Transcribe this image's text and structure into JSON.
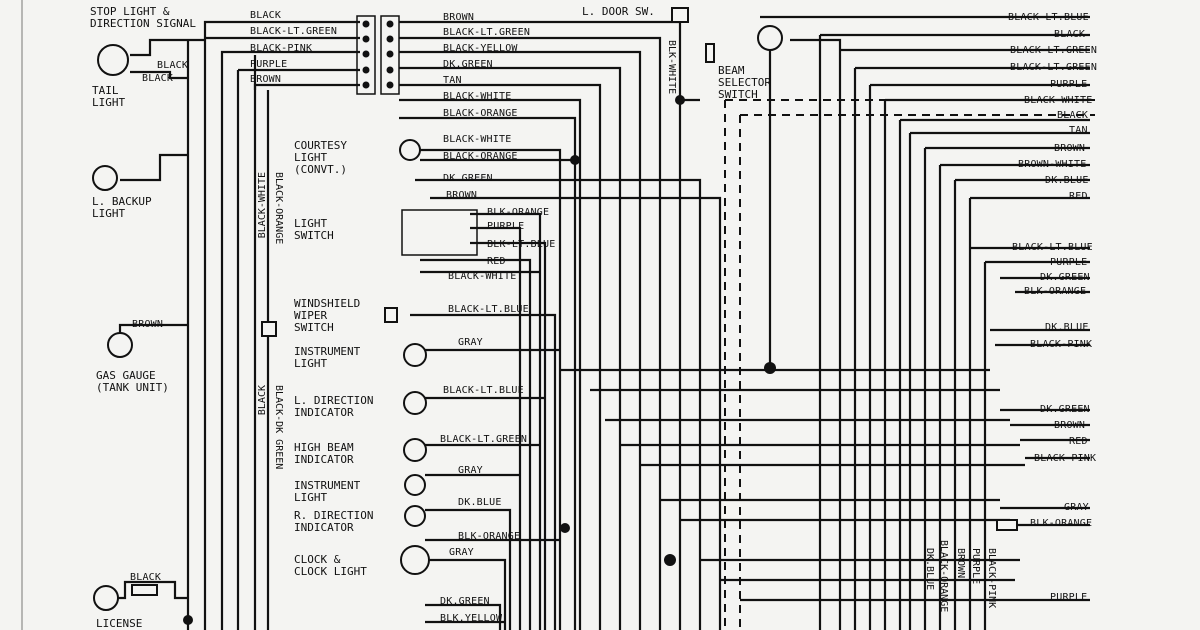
{
  "components": {
    "stop_light": "STOP LIGHT &\nDIRECTION SIGNAL",
    "tail_light": "TAIL\nLIGHT",
    "backup_light": "L. BACKUP\nLIGHT",
    "gas_gauge": "GAS GAUGE\n(TANK UNIT)",
    "license": "LICENSE",
    "courtesy_light": "COURTESY\nLIGHT\n(CONVT.)",
    "light_switch": "LIGHT\nSWITCH",
    "wiper_switch": "WINDSHIELD\nWIPER\nSWITCH",
    "instrument_light_1": "INSTRUMENT\nLIGHT",
    "l_direction": "L. DIRECTION\nINDICATOR",
    "high_beam": "HIGH BEAM\nINDICATOR",
    "instrument_light_2": "INSTRUMENT\nLIGHT",
    "r_direction": "R. DIRECTION\nINDICATOR",
    "clock": "CLOCK &\nCLOCK LIGHT",
    "door_sw": "L. DOOR SW.",
    "beam_selector": "BEAM\nSELECTOR\nSWITCH"
  },
  "wire_labels": {
    "conn_left": [
      "BLACK",
      "BLACK-LT.GREEN",
      "BLACK-PINK",
      "PURPLE",
      "BROWN"
    ],
    "stop_black_1": "BLACK",
    "stop_black_2": "BLACK",
    "conn_right": [
      "BROWN",
      "BLACK-LT.GREEN",
      "BLACK-YELLOW",
      "DK.GREEN",
      "TAN",
      "BLACK-WHITE",
      "BLACK-ORANGE"
    ],
    "courtesy": [
      "BLACK-WHITE",
      "BLACK-ORANGE"
    ],
    "switch_top": [
      "DK.GREEN",
      "BROWN"
    ],
    "switch_side": [
      "BLK-ORANGE",
      "PURPLE",
      "BLK-LT.BLUE"
    ],
    "switch_bottom": [
      "RED",
      "BLACK-WHITE"
    ],
    "wiper": "BLACK-LT.BLUE",
    "inst1": "GRAY",
    "ldir": "BLACK-LT.BLUE",
    "highbeam": "BLACK-LT.GREEN",
    "inst2": "GRAY",
    "rdir": "DK.BLUE",
    "rdir2": "BLK-ORANGE",
    "clock": "GRAY",
    "bottom": [
      "DK.GREEN",
      "BLK.YELLOW"
    ],
    "gas_brown": "BROWN",
    "license_black": "BLACK",
    "door_vert": "BLK-WHITE",
    "vert_black_white": "BLACK-WHITE",
    "vert_black_orange": "BLACK-ORANGE",
    "vert_black_dkgreen": "BLACK-DK GREEN",
    "vert_black": "BLACK",
    "right_top": [
      "BLACK-LT.BLUE",
      "BLACK",
      "BLACK-LT.GREEN",
      "BLACK-LT.GREEN",
      "PURPLE",
      "BLACK-WHITE",
      "BLACK",
      "TAN",
      "BROWN",
      "BROWN-WHITE",
      "DK.BLUE",
      "RED"
    ],
    "right_mid": [
      "BLACK-LT.BLUE",
      "PURPLE",
      "DK.GREEN",
      "BLK-ORANGE"
    ],
    "right_mid2": [
      "DK.BLUE",
      "BLACK-PINK"
    ],
    "right_low": [
      "DK.GREEN",
      "BROWN",
      "RED",
      "BLACK-PINK"
    ],
    "right_bottom": [
      "GRAY",
      "BLK-ORANGE"
    ],
    "right_purple": "PURPLE",
    "bottom_vert": [
      "DK.BLUE",
      "BLACK-ORANGE",
      "BROWN",
      "PURPLE",
      "BLACK-PINK"
    ]
  }
}
